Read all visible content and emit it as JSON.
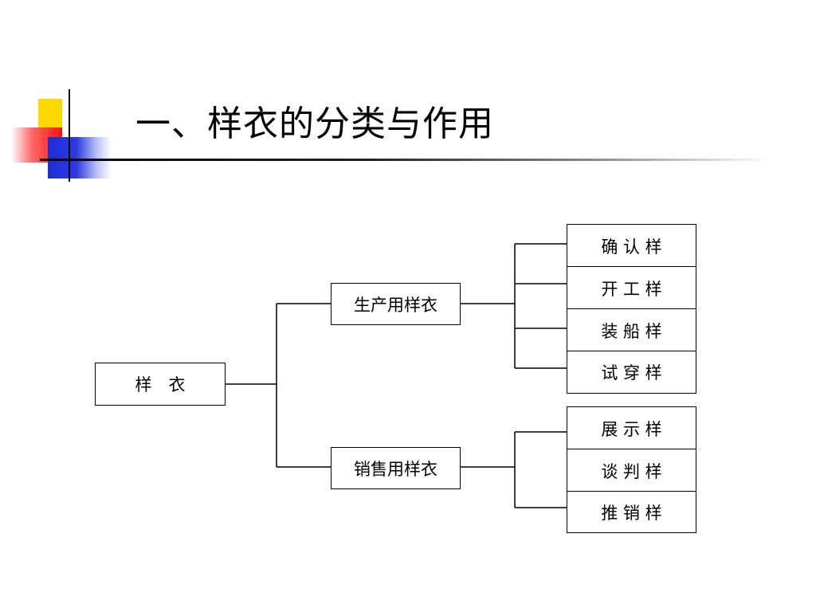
{
  "title": "一、样衣的分类与作用",
  "diagram": {
    "root": "样　衣",
    "branches": [
      {
        "label": "生产用样衣",
        "leaves": [
          "确 认 样",
          "开 工 样",
          "装 船 样",
          "试 穿 样"
        ]
      },
      {
        "label": "销售用样衣",
        "leaves": [
          "展 示 样",
          "谈 判 样",
          "推 销 样"
        ]
      }
    ]
  },
  "colors": {
    "accent_yellow": "#ffd800",
    "accent_red": "#ff1010",
    "accent_blue": "#1e2dd6",
    "line": "#000000"
  }
}
